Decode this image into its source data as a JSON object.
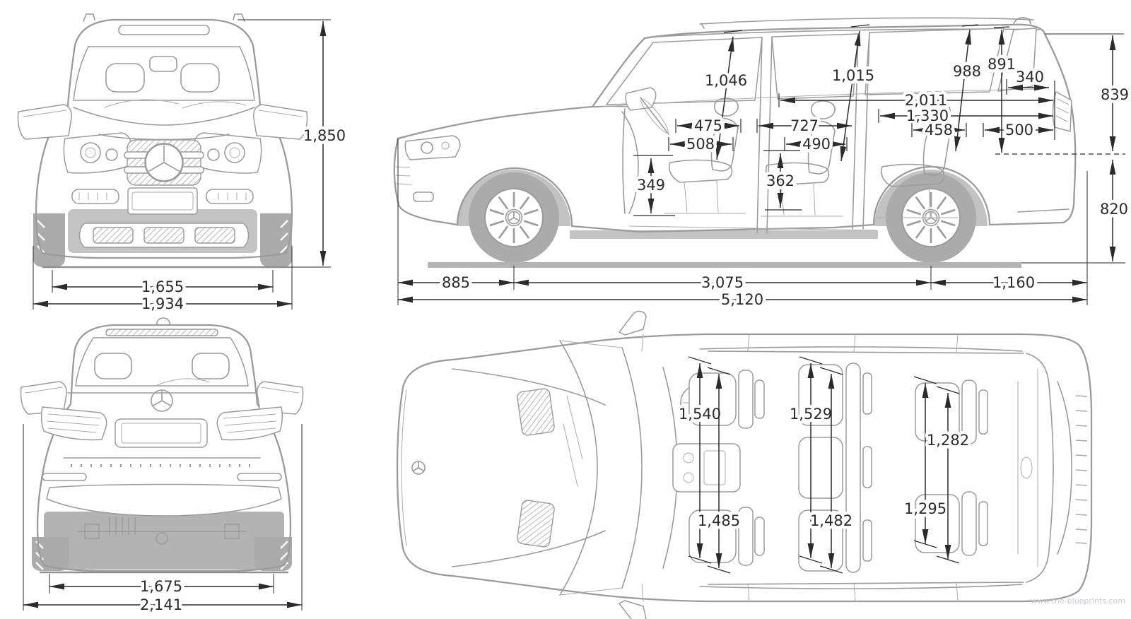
{
  "watermark": "www.the-blueprints.com",
  "colors": {
    "blueprint_line": "#9b9b9b",
    "solid_gray": "#b3b3b3",
    "dimension": "#2b2b2b",
    "watermark_text": "#c6ccd4"
  },
  "front_view": {
    "overall_height": "1,850",
    "track": "1,655",
    "width": "1,934"
  },
  "side_view": {
    "headroom_front": "1,046",
    "headroom_row2": "1,015",
    "headroom_row3": "988",
    "cargo_height": "891",
    "cargo_upper_length": "340",
    "rear_opening_height": "839",
    "interior_length_max": "2,011",
    "interior_length_rear": "1,330",
    "legroom_front": "475",
    "seat_depth_front": "508",
    "legroom_row2": "727",
    "seat_depth_row2": "490",
    "legroom_row3": "458",
    "cargo_floor_length": "500",
    "seat_height_front": "349",
    "seat_height_row2": "362",
    "sill_height": "820",
    "front_overhang": "885",
    "wheelbase": "3,075",
    "rear_overhang": "1,160",
    "overall_length": "5,120"
  },
  "rear_view": {
    "track": "1,675",
    "width_incl_mirrors": "2,141"
  },
  "top_view": {
    "row1_a": "1,540",
    "row1_b": "1,485",
    "row2_a": "1,529",
    "row2_b": "1,482",
    "row3_a": "1,282",
    "row3_b": "1,295"
  }
}
